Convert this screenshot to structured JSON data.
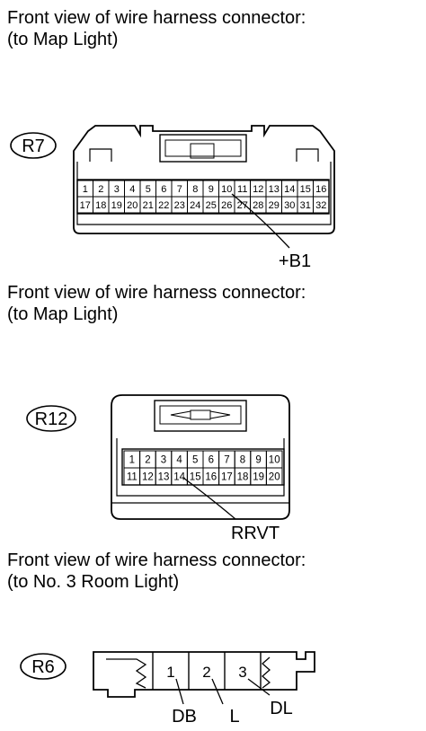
{
  "sections": [
    {
      "caption_line1": "Front view of wire harness connector:",
      "caption_line2": "(to Map Light)",
      "connector_id": "R7",
      "terminal_labels": [
        "+B1"
      ]
    },
    {
      "caption_line1": "Front view of wire harness connector:",
      "caption_line2": "(to Map Light)",
      "connector_id": "R12",
      "terminal_labels": [
        "RRVT"
      ]
    },
    {
      "caption_line1": "Front view of wire harness connector:",
      "caption_line2": "(to No. 3 Room Light)",
      "connector_id": "R6",
      "terminal_labels": [
        "DB",
        "L",
        "DL"
      ]
    }
  ],
  "r7_pins": [
    "1",
    "2",
    "3",
    "4",
    "5",
    "6",
    "7",
    "8",
    "9",
    "10",
    "11",
    "12",
    "13",
    "14",
    "15",
    "16",
    "17",
    "18",
    "19",
    "20",
    "21",
    "22",
    "23",
    "24",
    "25",
    "26",
    "27",
    "28",
    "29",
    "30",
    "31",
    "32"
  ],
  "r12_pins": [
    "1",
    "2",
    "3",
    "4",
    "5",
    "6",
    "7",
    "8",
    "9",
    "10",
    "11",
    "12",
    "13",
    "14",
    "15",
    "16",
    "17",
    "18",
    "19",
    "20"
  ],
  "r6_pins": [
    "1",
    "2",
    "3"
  ]
}
